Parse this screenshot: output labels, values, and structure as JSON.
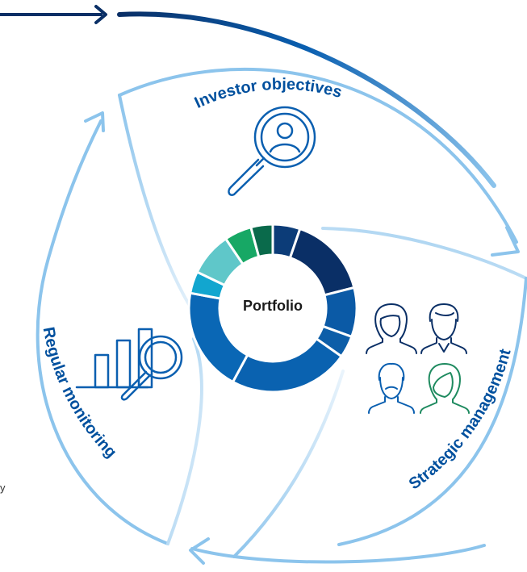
{
  "cycle": {
    "segments": [
      {
        "label": "Investor objectives",
        "icon": "magnifier-person-icon"
      },
      {
        "label": "Strategic management",
        "icon": "people-icon"
      },
      {
        "label": "Regular monitoring",
        "icon": "bar-chart-magnifier-icon"
      }
    ]
  },
  "center": {
    "label": "Portfolio"
  },
  "donut": {
    "slices": [
      {
        "value": 5,
        "color": "#0C3C78"
      },
      {
        "value": 15,
        "color": "#0A2F66"
      },
      {
        "value": 9,
        "color": "#0B5AA6"
      },
      {
        "value": 4,
        "color": "#0D5EA8"
      },
      {
        "value": 22,
        "color": "#0A62B0"
      },
      {
        "value": 19,
        "color": "#0A67B5"
      },
      {
        "value": 4,
        "color": "#12A6CF"
      },
      {
        "value": 8,
        "color": "#5FC7C9"
      },
      {
        "value": 5,
        "color": "#17A865"
      },
      {
        "value": 4,
        "color": "#0A6A4B"
      }
    ]
  },
  "edge_text": "y",
  "colors": {
    "arrow_dark": "#0A2F66",
    "ring_light": "#8CC4EC",
    "label": "#00509E",
    "green_person": "#1E8A5F"
  }
}
